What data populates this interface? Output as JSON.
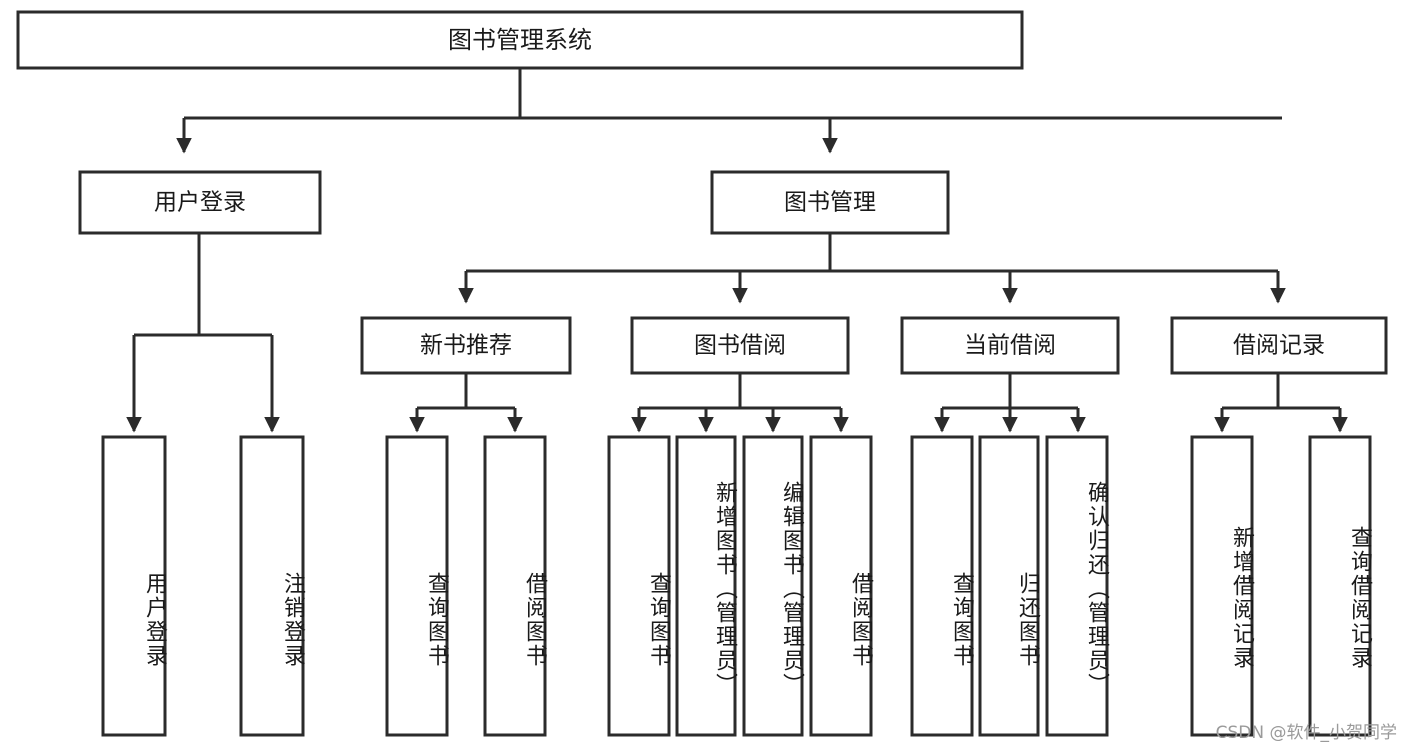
{
  "diagram": {
    "title": "图书管理系统",
    "type": "tree",
    "root": {
      "label": "图书管理系统"
    },
    "level2": [
      {
        "label": "用户登录"
      },
      {
        "label": "图书管理"
      }
    ],
    "level3": [
      {
        "label": "新书推荐"
      },
      {
        "label": "图书借阅"
      },
      {
        "label": "当前借阅"
      },
      {
        "label": "借阅记录"
      }
    ],
    "leaves": {
      "user_login": [
        {
          "label": "用户登录"
        },
        {
          "label": "注销登录"
        }
      ],
      "new_book": [
        {
          "label": "查询图书"
        },
        {
          "label": "借阅图书"
        }
      ],
      "book_borrow": [
        {
          "label": "查询图书"
        },
        {
          "label": "新增图书（管理员）"
        },
        {
          "label": "编辑图书（管理员）"
        },
        {
          "label": "借阅图书"
        }
      ],
      "current_borrow": [
        {
          "label": "查询图书"
        },
        {
          "label": "归还图书"
        },
        {
          "label": "确认归还（管理员）"
        }
      ],
      "borrow_record": [
        {
          "label": "新增借阅记录"
        },
        {
          "label": "查询借阅记录"
        }
      ]
    }
  },
  "watermark": {
    "text": "CSDN @软件_小贺同学"
  },
  "colors": {
    "stroke": "#2b2b2b",
    "box_fill": "#ffffff",
    "text": "#1a1a1a",
    "watermark": "#9a9a9a"
  }
}
